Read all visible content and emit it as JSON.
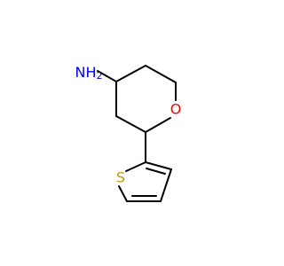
{
  "molecule": {
    "atoms": {
      "amine": {
        "label": "NH2",
        "symbol": "N",
        "subscript_h": "H",
        "count": "2",
        "color": "#0000ff"
      },
      "oxygen": {
        "label": "O",
        "color": "#ff0000"
      },
      "sulfur": {
        "label": "S",
        "color": "#b8a000"
      }
    },
    "colors": {
      "bond": "#000000",
      "background": "#ffffff"
    }
  }
}
